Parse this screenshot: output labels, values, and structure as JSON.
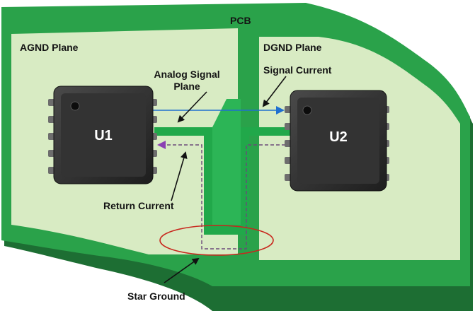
{
  "labels": {
    "pcb": "PCB",
    "agnd_plane": "AGND Plane",
    "dgnd_plane": "DGND Plane",
    "analog_signal_plane_line1": "Analog Signal",
    "analog_signal_plane_line2": "Plane",
    "signal_current": "Signal Current",
    "return_current": "Return Current",
    "star_ground": "Star Ground"
  },
  "chips": {
    "u1": "U1",
    "u2": "U2"
  },
  "colors": {
    "pcb_green": "#2aa24a",
    "pcb_edge": "#1d6e33",
    "plane_fill": "#d8ebc3",
    "trace_green": "#21a84a",
    "signal_blue": "#1f6fd0",
    "return_purple": "#8a3fb3",
    "star_ellipse": "#c8281e",
    "chip_body": "#3a3a3a"
  }
}
